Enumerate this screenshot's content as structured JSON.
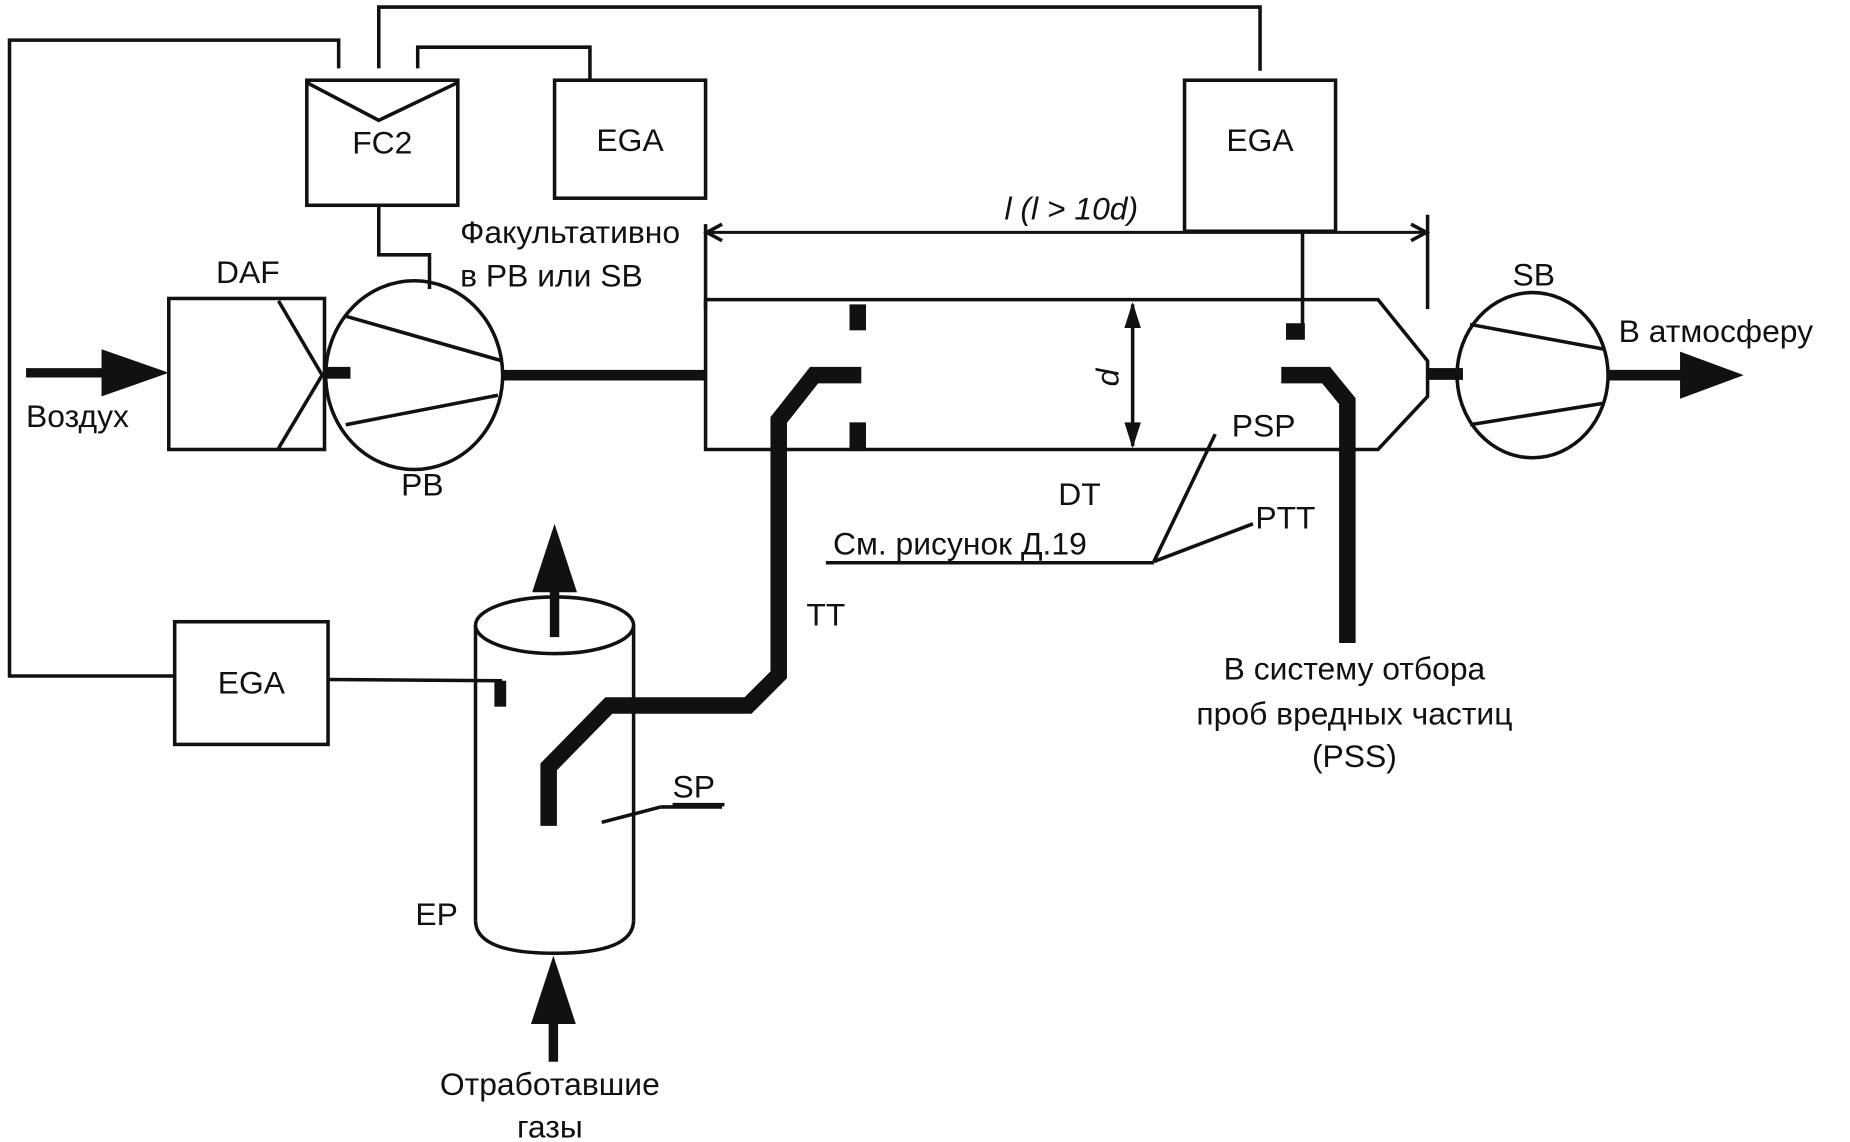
{
  "figure": {
    "title": "Схема системы разбавления потока (DT) с отбором проб",
    "colors": {
      "ink": "#111111",
      "background": "#ffffff"
    }
  },
  "components": {
    "fc2": "FC2",
    "ega_top_left": "EGA",
    "ega_top_right": "EGA",
    "ega_bottom": "EGA",
    "daf": "DAF",
    "pb": "PB",
    "sb": "SB",
    "dt": "DT",
    "ep": "EP",
    "sp": "SP",
    "tt": "TT",
    "psp": "PSP",
    "ptt": "PTT"
  },
  "labels": {
    "optional_line1": "Факультативно",
    "optional_line2": "в PB или SB",
    "air_in": "Воздух",
    "to_atmosphere": "В атмосферу",
    "dimension_l": "l (l > 10d)",
    "dimension_d": "d",
    "see_figure": "См. рисунок Д.19",
    "exhaust_line1": "Отработавшие",
    "exhaust_line2": "газы",
    "pss_line1": "В систему отбора",
    "pss_line2": "проб вредных частиц",
    "pss_line3": "(PSS)"
  }
}
